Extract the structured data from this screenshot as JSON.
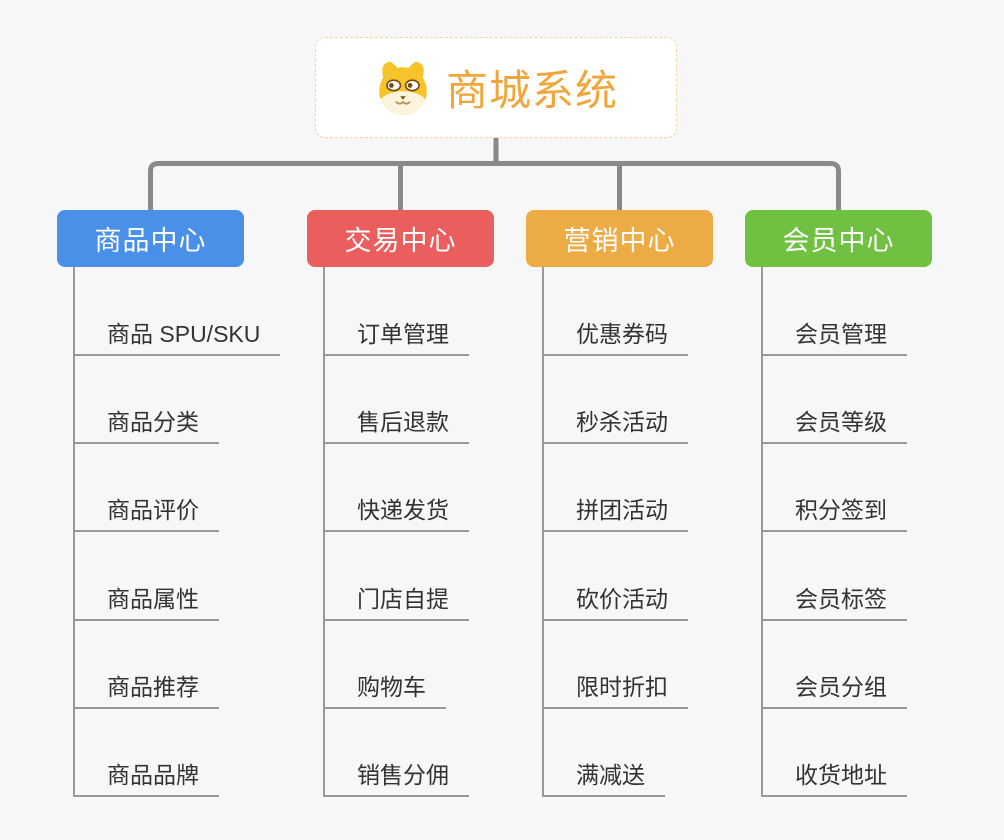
{
  "root": {
    "title": "商城系统",
    "icon": "dog-face-icon"
  },
  "colors": {
    "background": "#f7f7f7",
    "root_title": "#f0a63a",
    "root_border": "#f3d5a0",
    "connector": "#8a8a8a",
    "leaf_line": "#999999",
    "leaf_text": "#333333",
    "header_text": "#ffffff"
  },
  "branches": [
    {
      "label": "商品中心",
      "color": "#4a90e8",
      "children": [
        "商品 SPU/SKU",
        "商品分类",
        "商品评价",
        "商品属性",
        "商品推荐",
        "商品品牌"
      ]
    },
    {
      "label": "交易中心",
      "color": "#ea5f5e",
      "children": [
        "订单管理",
        "售后退款",
        "快递发货",
        "门店自提",
        "购物车",
        "销售分佣"
      ]
    },
    {
      "label": "营销中心",
      "color": "#ecab44",
      "children": [
        "优惠券码",
        "秒杀活动",
        "拼团活动",
        "砍价活动",
        "限时折扣",
        "满减送"
      ]
    },
    {
      "label": "会员中心",
      "color": "#70c142",
      "children": [
        "会员管理",
        "会员等级",
        "积分签到",
        "会员标签",
        "会员分组",
        "收货地址"
      ]
    }
  ]
}
